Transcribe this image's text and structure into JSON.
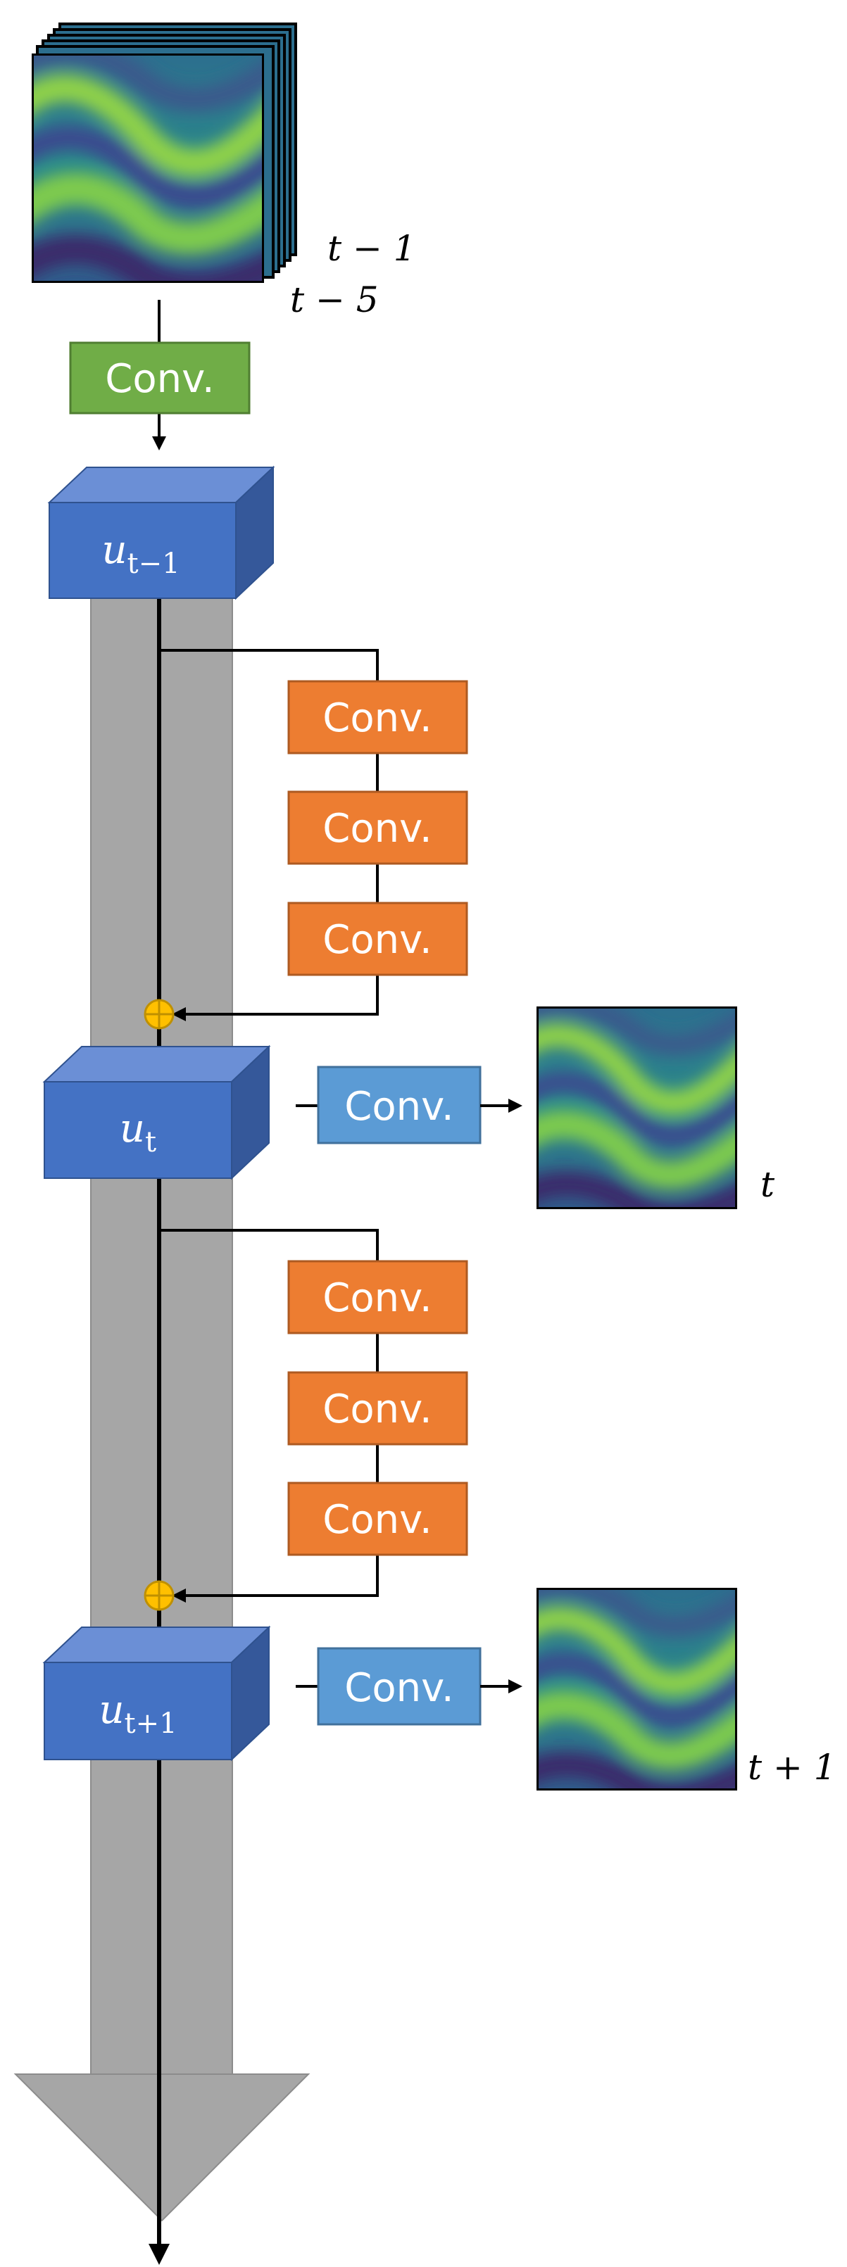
{
  "colors": {
    "input_conv": "#70AD47",
    "residual_conv": "#ED7D31",
    "output_conv": "#5B9BD5",
    "state_block": "#4472C4",
    "trunk": "#A6A6A6",
    "adder": "#FFC000"
  },
  "input": {
    "conv_label": "Conv.",
    "frame_label_last": "t − 1",
    "frame_label_first": "t − 5"
  },
  "states": [
    {
      "base": "u",
      "subscript": "t−1"
    },
    {
      "base": "u",
      "subscript": "t"
    },
    {
      "base": "u",
      "subscript": "t+1"
    }
  ],
  "residual_blocks": [
    {
      "convs": [
        "Conv.",
        "Conv.",
        "Conv."
      ]
    },
    {
      "convs": [
        "Conv.",
        "Conv.",
        "Conv."
      ]
    }
  ],
  "outputs": [
    {
      "conv_label": "Conv.",
      "frame_label": "t"
    },
    {
      "conv_label": "Conv.",
      "frame_label": "t + 1"
    }
  ]
}
